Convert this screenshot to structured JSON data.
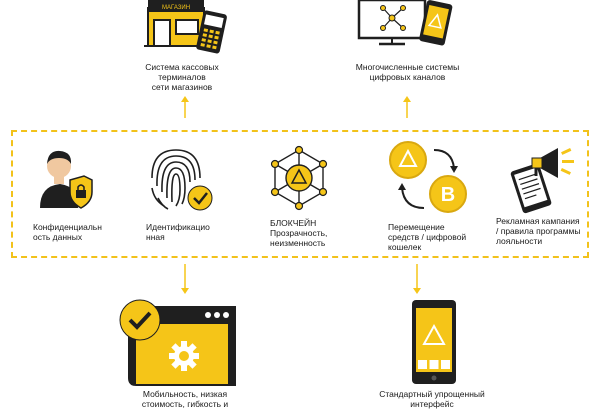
{
  "colors": {
    "accent": "#f5c518",
    "dark": "#1f1f1f",
    "dash": "#f2c21b"
  },
  "top_nodes": [
    {
      "label": "Система кассовых\nтерминалов\nсети магазинов",
      "icon": "shop-pos-terminal-icon"
    },
    {
      "label": "Многочисленные системы\nцифровых каналов",
      "icon": "digital-channels-icon"
    }
  ],
  "middle_nodes": [
    {
      "label": "Конфиденциальн\nость данных",
      "icon": "user-privacy-shield-icon"
    },
    {
      "label": "Идентификацио\nнная",
      "icon": "fingerprint-check-icon"
    },
    {
      "label": "БЛОКЧЕЙН\nПрозрачность,\nнеизменность",
      "icon": "blockchain-network-icon"
    },
    {
      "label": "Перемещение\nсредств / цифровой\nкошелек",
      "icon": "coin-exchange-icon"
    },
    {
      "label": "Рекламная кампания\n/ правила программы\nлояльности",
      "icon": "megaphone-phone-icon"
    }
  ],
  "bottom_nodes": [
    {
      "label": "Мобильность, низкая\nстоимость, гибкость и",
      "icon": "browser-gear-check-icon"
    },
    {
      "label": "Стандартный упрощенный\nинтерфейс",
      "icon": "smartphone-app-icon"
    }
  ],
  "shop_sign": "МАГАЗИН"
}
